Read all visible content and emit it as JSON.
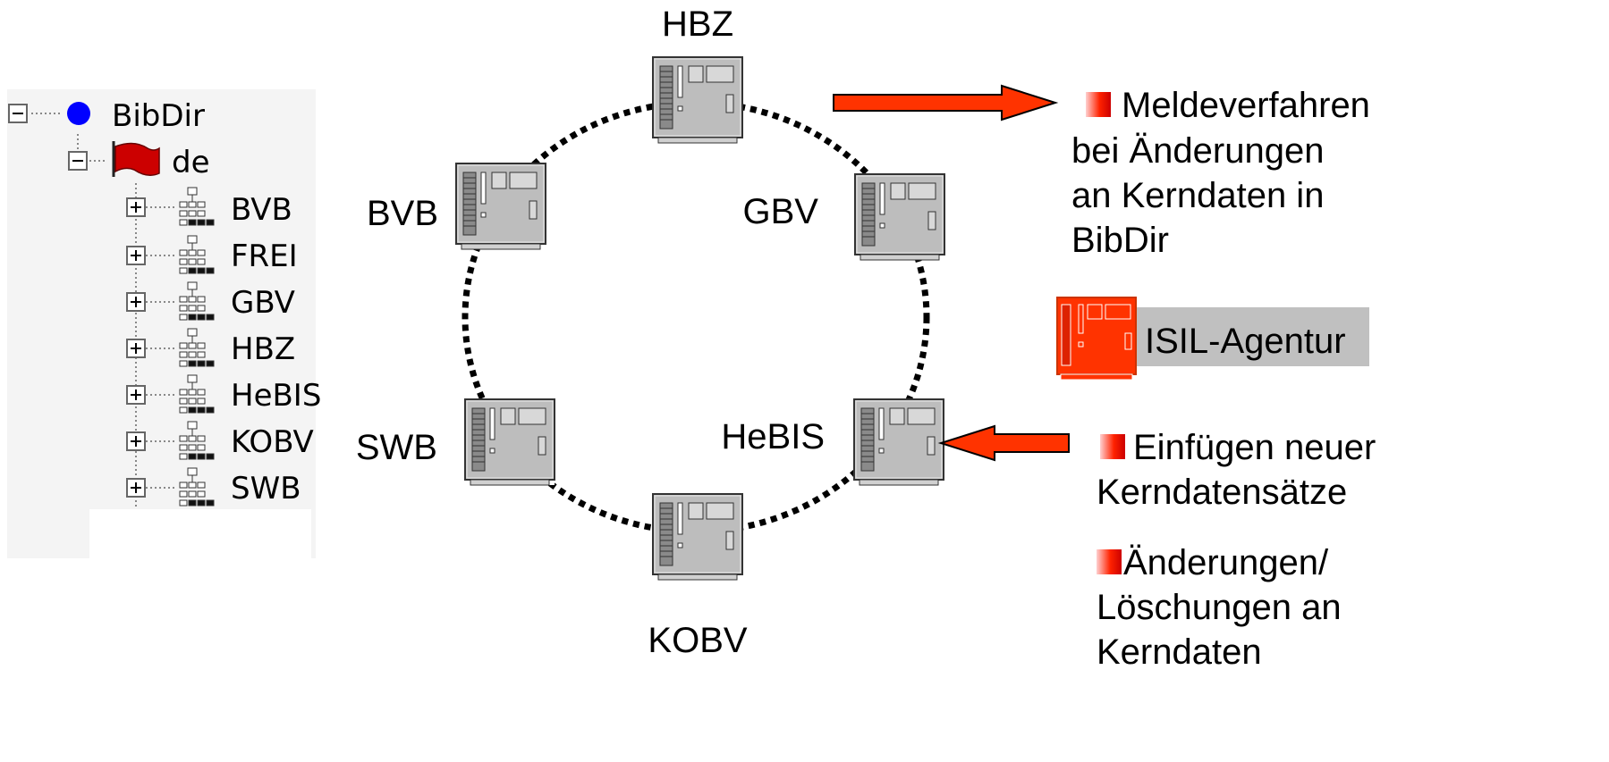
{
  "tree": {
    "root": "BibDir",
    "country": "de",
    "children": [
      "BVB",
      "FREI",
      "GBV",
      "HBZ",
      "HeBIS",
      "KOBV",
      "SWB"
    ]
  },
  "ring_nodes": [
    "HBZ",
    "GBV",
    "HeBIS",
    "KOBV",
    "SWB",
    "BVB"
  ],
  "right_panel": {
    "notify_lines": [
      "Meldeverfahren",
      "bei Änderungen",
      "an Kerndaten in",
      "BibDir"
    ],
    "agency_label": "ISIL-Agentur",
    "insert_lines": [
      "Einfügen neuer",
      "Kerndatensätze"
    ],
    "change_lines": [
      "Änderungen/",
      "Löschungen an",
      "Kerndaten"
    ]
  },
  "colors": {
    "accent_red": "#ff3300",
    "server_gray": "#bdbdbd",
    "agency_box": "#c0c0c0",
    "tree_bg": "#f4f4f4",
    "root_dot": "#0000ff",
    "flag_red": "#cc0000"
  }
}
